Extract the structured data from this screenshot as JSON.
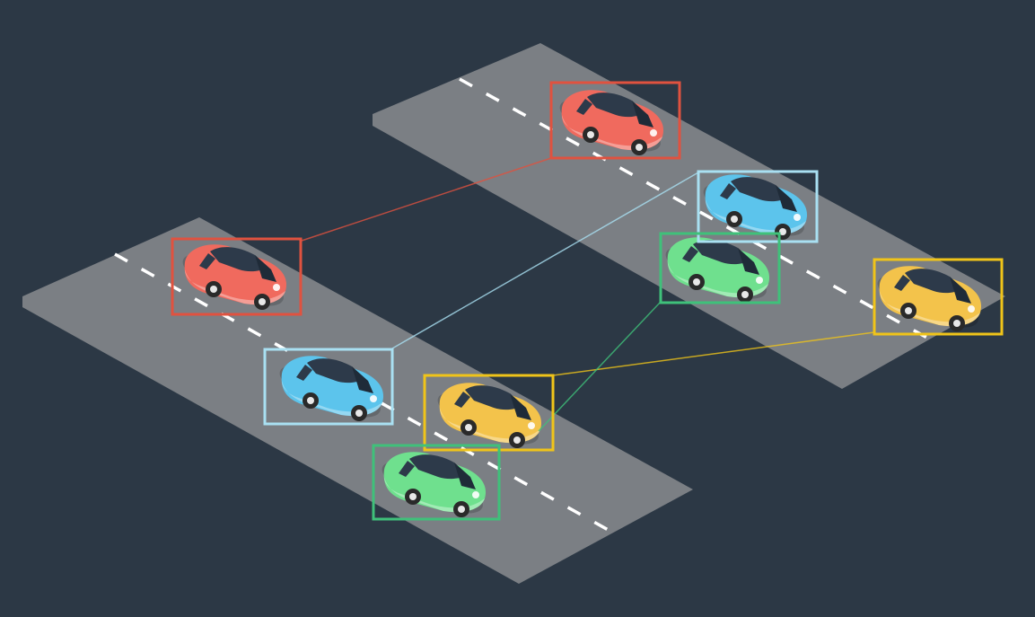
{
  "colors": {
    "background": "#2c3845",
    "road": "#7b7f84",
    "lane_marking": "#ffffff",
    "red": "#f06a5e",
    "red_box": "#e0523f",
    "blue": "#5cc4ec",
    "blue_box": "#a9e0f2",
    "green": "#6fe08e",
    "green_box": "#3fc17a",
    "yellow": "#f3c34b",
    "yellow_box": "#f0c419"
  },
  "frames": [
    {
      "id": "frame-1",
      "cars": [
        "red",
        "blue",
        "yellow",
        "green"
      ]
    },
    {
      "id": "frame-2",
      "cars": [
        "red",
        "blue",
        "green",
        "yellow"
      ]
    }
  ],
  "associations": [
    {
      "color": "red",
      "from": "frame-1",
      "to": "frame-2"
    },
    {
      "color": "blue",
      "from": "frame-1",
      "to": "frame-2"
    },
    {
      "color": "yellow",
      "from": "frame-1",
      "to": "frame-2"
    },
    {
      "color": "green",
      "from": "frame-1",
      "to": "frame-2"
    }
  ]
}
